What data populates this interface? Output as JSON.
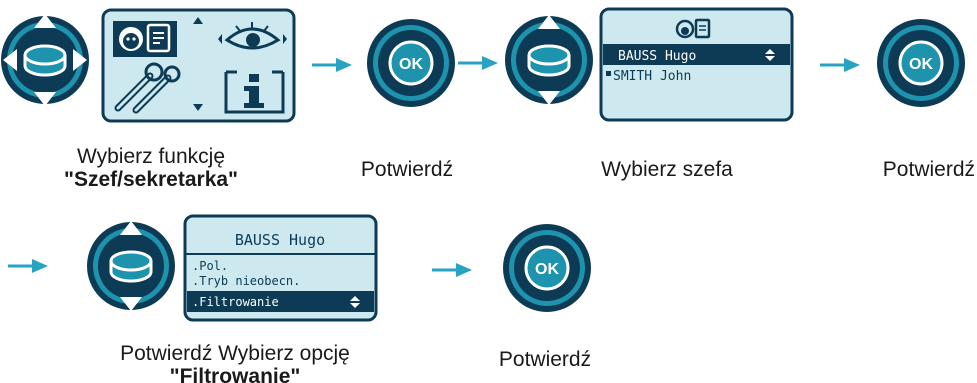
{
  "steps": [
    {
      "line1": "Wybierz funkcję",
      "line2": "\"Szef/sekretarka\""
    },
    {
      "line1": "Potwierdź"
    },
    {
      "line1": "Wybierz szefa"
    },
    {
      "line1": "Potwierdź"
    },
    {
      "line1": "Potwierdź Wybierz opcję",
      "line2": "\"Filtrowanie\""
    },
    {
      "line1": "Potwierdź"
    }
  ],
  "ok_label": "OK",
  "screen_boss": {
    "items": [
      "BAUSS Hugo",
      "SMITH John"
    ],
    "selected_index": 0
  },
  "screen_options": {
    "header": "BAUSS Hugo",
    "items": [
      ".Pol.",
      ".Tryb nieobecn.",
      ".Filtrowanie"
    ],
    "selected_index": 2
  },
  "colors": {
    "nav_dark": "#0d3b55",
    "nav_teal": "#1e93ad",
    "screen_bg": "#cde9ef",
    "arrow": "#29a3c2"
  }
}
